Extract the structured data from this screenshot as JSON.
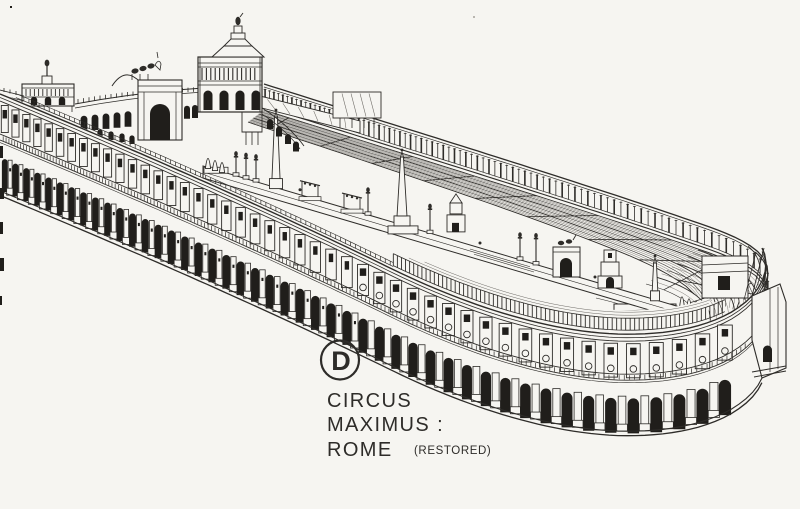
{
  "figure": {
    "marker_letter": "D",
    "line1": "CIRCUS",
    "line2": "MAXIMUS :",
    "line3": "ROME",
    "line3_suffix": "(RESTORED)"
  },
  "colors": {
    "paper": "#f6f5f1",
    "ink": "#2e2c29",
    "shadow": "#201e1b",
    "hatch": "#5b5853"
  }
}
